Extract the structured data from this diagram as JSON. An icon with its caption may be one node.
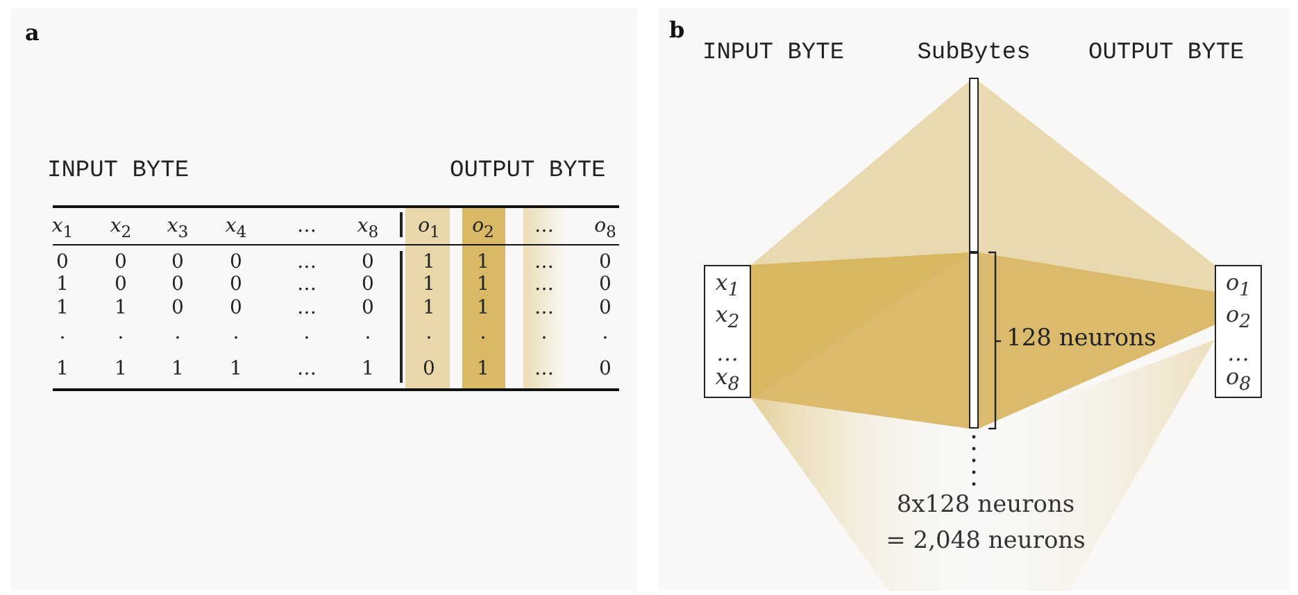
{
  "diagram": {
    "nodes": [
      {
        "text": [
          "x$_{1}$",
          "x$_{2}$",
          "…",
          "x$_{8}$"
        ]
      },
      {
        "text": [],
        "shape": "bar",
        "beside": [
          "SubBytes"
        ]
      },
      {
        "text": [],
        "shape": "bar",
        "beside": [
          "128 neurons"
        ]
      },
      {
        "text": [
          "o$_{1}$",
          "o$_{2}$",
          "…",
          "o$_{8}$"
        ]
      }
    ],
    "edges": [
      {
        "from": 0,
        "to": 1,
        "arrow": "none",
        "color": "#e6d4a4"
      },
      {
        "from": 0,
        "to": 2,
        "arrow": "none",
        "color": "#d6af55"
      },
      {
        "from": 1,
        "to": 3,
        "arrow": "none",
        "color": "#e6d4a4"
      },
      {
        "from": 2,
        "to": 3,
        "arrow": "none",
        "color": "#d6af55"
      }
    ],
    "labels": [
      "a",
      "INPUT BYTE",
      "OUTPUT BYTE",
      "*x*$_{1}$",
      "*x*$_{2}$",
      "*x*$_{3}$",
      "*x*$_{4}$",
      "…",
      "*x*$_{8}$",
      "*o*$_{1}$",
      "*o*$_{2}$",
      "…",
      "*o*$_{8}$",
      "0",
      "0",
      "0",
      "0",
      "…",
      "0",
      "1",
      "1",
      "…",
      "0",
      "1",
      "0",
      "0",
      "0",
      "…",
      "0",
      "1",
      "1",
      "…",
      "0",
      "1",
      "1",
      "0",
      "0",
      "…",
      "0",
      "1",
      "1",
      "…",
      "0",
      ".",
      ".",
      ".",
      ".",
      ".",
      ".",
      ".",
      ".",
      ".",
      ".",
      "1",
      "1",
      "1",
      "1",
      "…",
      "1",
      "0",
      "1",
      "…",
      "0",
      "b",
      "INPUT BYTE",
      "OUTPUT BYTE",
      "8x128 neurons",
      "= 2,048 neurons"
    ]
  }
}
